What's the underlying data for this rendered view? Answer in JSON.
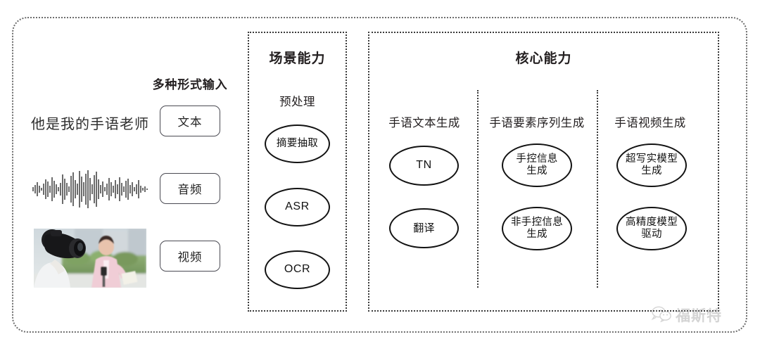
{
  "diagram": {
    "title_hidden": "",
    "input_section": {
      "caption": "多种形式输入",
      "sample_text": "他是我的手语老师",
      "buttons": [
        {
          "label": "文本",
          "name": "input-type-text"
        },
        {
          "label": "音频",
          "name": "input-type-audio"
        },
        {
          "label": "视频",
          "name": "input-type-video"
        }
      ],
      "waveform_alt": "audio-waveform",
      "photo_alt": "cameraman-filming-reporter"
    },
    "scene_section": {
      "title": "场景能力",
      "column_header": "预处理",
      "nodes": [
        {
          "label": "摘要抽取",
          "lines": [
            "摘要抽取"
          ]
        },
        {
          "label": "ASR",
          "lines": [
            "ASR"
          ]
        },
        {
          "label": "OCR",
          "lines": [
            "OCR"
          ]
        }
      ]
    },
    "core_section": {
      "title": "核心能力",
      "columns": [
        {
          "header": "手语文本生成",
          "nodes": [
            {
              "label": "TN",
              "lines": [
                "TN"
              ]
            },
            {
              "label": "翻译",
              "lines": [
                "翻译"
              ]
            }
          ]
        },
        {
          "header": "手语要素序列生成",
          "nodes": [
            {
              "label": "手控信息生成",
              "lines": [
                "手控信息",
                "生成"
              ]
            },
            {
              "label": "非手控信息生成",
              "lines": [
                "非手控信息",
                "生成"
              ]
            }
          ]
        },
        {
          "header": "手语视频生成",
          "nodes": [
            {
              "label": "超写实模型生成",
              "lines": [
                "超写实模型",
                "生成"
              ]
            },
            {
              "label": "高精度模型驱动",
              "lines": [
                "高精度模型",
                "驱动"
              ]
            }
          ]
        }
      ]
    },
    "watermark": {
      "text": "福斯特",
      "icon": "wechat-icon"
    },
    "colors": {
      "frame": "#6d6d6d",
      "panel_border": "#3a3a3a",
      "node_border": "#121212",
      "pill_border": "#4a4a52",
      "text": "#231f20",
      "watermark": "#9a9a9a"
    }
  }
}
